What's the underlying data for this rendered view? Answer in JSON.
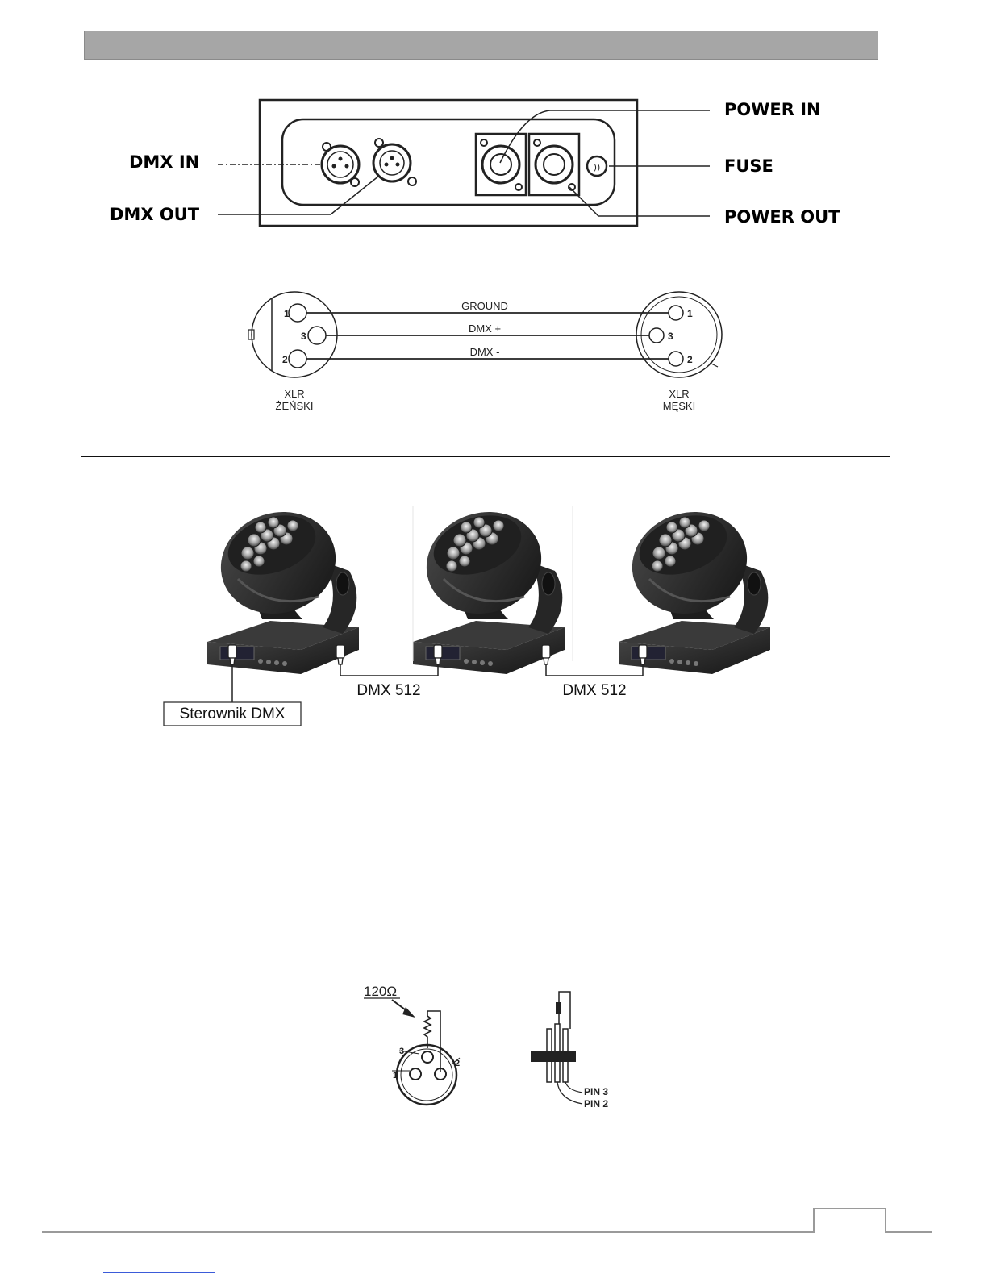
{
  "panel": {
    "dmx_in": "DMX IN",
    "dmx_out": "DMX OUT",
    "power_in": "POWER IN",
    "fuse": "FUSE",
    "power_out": "POWER OUT"
  },
  "cable": {
    "ground": "GROUND",
    "dmx_plus": "DMX +",
    "dmx_minus": "DMX -",
    "pin1": "1",
    "pin2": "2",
    "pin3": "3",
    "female_line1": "XLR",
    "female_line2": "ŻEŃSKI",
    "male_line1": "XLR",
    "male_line2": "MĘSKI"
  },
  "chain": {
    "controller": "Sterownik DMX",
    "link1": "DMX 512",
    "link2": "DMX 512"
  },
  "terminator": {
    "resistor": "120Ω",
    "pin1": "1",
    "pin2": "2",
    "pin3": "3",
    "pin3_label": "PIN 3",
    "pin2_label": "PIN 2"
  }
}
